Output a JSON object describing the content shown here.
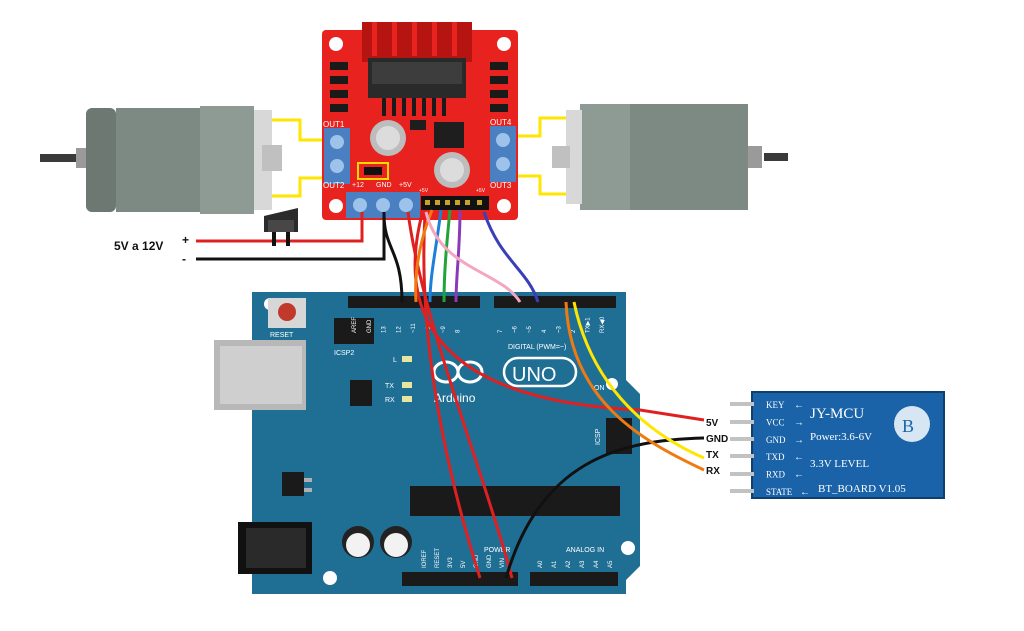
{
  "power": {
    "voltage_label": "5V a 12V",
    "plus": "+",
    "minus": "-"
  },
  "driver": {
    "out1": "OUT1",
    "out2": "OUT2",
    "out3": "OUT3",
    "out4": "OUT4",
    "v12": "+12",
    "gnd": "GND",
    "v5": "+5V",
    "v5_a": "+5V",
    "v5_b": "+5V"
  },
  "arduino": {
    "reset": "RESET",
    "icsp2": "ICSP2",
    "icsp": "ICSP",
    "logo": "UNO",
    "brand": "Arduino",
    "digital_label": "DIGITAL (PWM=~)",
    "analog_label": "ANALOG IN",
    "power_label": "POWER",
    "on_label": "ON",
    "led_l": "L",
    "led_tx": "TX",
    "led_rx": "RX",
    "digital_pins": [
      "AREF",
      "GND",
      "13",
      "12",
      "~11",
      "~10",
      "~9",
      "8",
      "7",
      "~6",
      "~5",
      "4",
      "~3",
      "2",
      "TX▶1",
      "RX◀0"
    ],
    "power_pins": [
      "IOREF",
      "RESET",
      "3V3",
      "5V",
      "GND",
      "GND",
      "VIN"
    ],
    "analog_pins": [
      "A0",
      "A1",
      "A2",
      "A3",
      "A4",
      "A5"
    ]
  },
  "bt": {
    "model": "JY-MCU",
    "power_text": "Power:3.6-6V",
    "level_text": "3.3V LEVEL",
    "board_text": "BT_BOARD V1.05",
    "pins": [
      "KEY",
      "VCC",
      "GND",
      "TXD",
      "RXD",
      "STATE"
    ]
  },
  "connections": {
    "v5": "5V",
    "gnd": "GND",
    "tx": "TX",
    "rx": "RX"
  },
  "colors": {
    "driver_board": "#e8231f",
    "arduino_board": "#1f6f94",
    "bt_board": "#1a63a8",
    "wire_red": "#e02020",
    "wire_black": "#111111",
    "wire_yellow": "#ffe600",
    "wire_orange": "#f07a10",
    "wire_pink": "#f4a7c3",
    "wire_blue": "#1e7fd8",
    "wire_green": "#22a33a",
    "wire_purple": "#8a3ab9",
    "wire_indigo": "#3a3fb8",
    "motor_gray": "#7d8a84"
  }
}
